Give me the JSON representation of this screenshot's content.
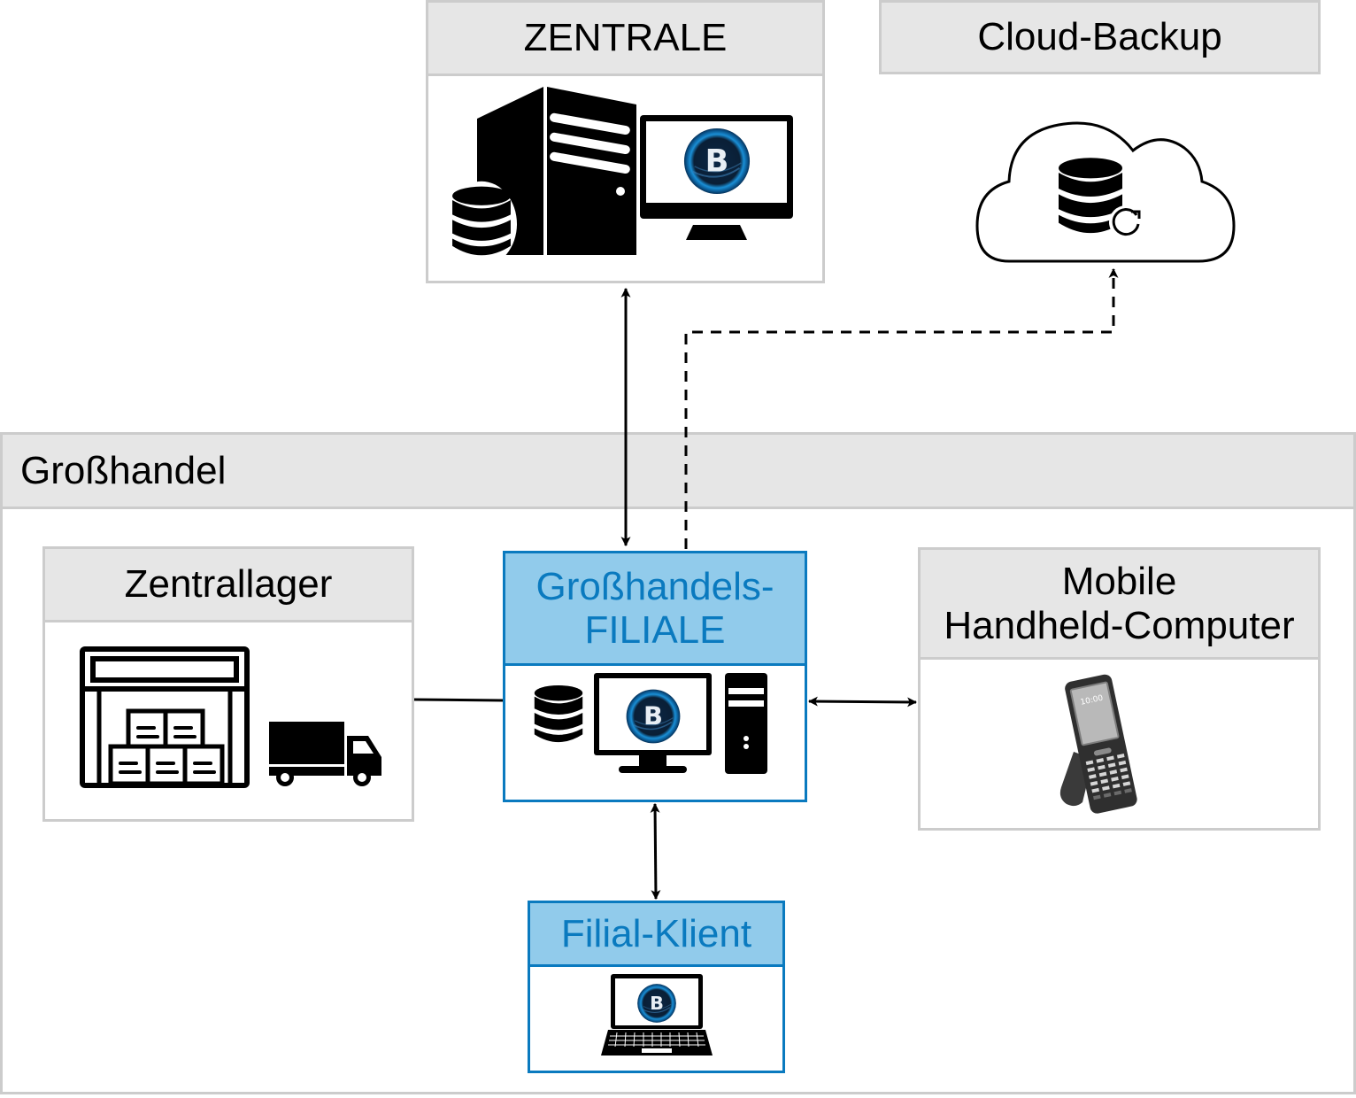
{
  "zentrale": {
    "title": "ZENTRALE",
    "icons": [
      "server-tower-icon",
      "database-icon",
      "monitor-icon",
      "b-logo-icon"
    ]
  },
  "cloud_backup": {
    "title": "Cloud-Backup",
    "icons": [
      "cloud-icon",
      "database-refresh-icon"
    ]
  },
  "grosshandel": {
    "title": "Großhandel"
  },
  "zentrallager": {
    "title": "Zentrallager",
    "icons": [
      "warehouse-icon",
      "truck-icon"
    ]
  },
  "filiale": {
    "title_line1": "Großhandels-",
    "title_line2": "FILIALE",
    "icons": [
      "database-icon",
      "monitor-icon",
      "b-logo-icon",
      "pc-tower-icon"
    ]
  },
  "mobile": {
    "title_line1": "Mobile",
    "title_line2": "Handheld-Computer",
    "device_time": "10:00",
    "icons": [
      "handheld-scanner-icon"
    ]
  },
  "klient": {
    "title": "Filial-Klient",
    "icons": [
      "laptop-icon",
      "b-logo-icon"
    ]
  },
  "logo": {
    "letter": "B"
  },
  "colors": {
    "accent_blue": "#0a7abf",
    "header_blue": "#91cbeb",
    "header_gray": "#e6e6e6",
    "border_gray": "#cccccc"
  },
  "connections": [
    {
      "from": "filiale",
      "to": "zentrale",
      "style": "solid",
      "direction": "both"
    },
    {
      "from": "filiale",
      "to": "cloud_backup",
      "style": "dashed",
      "direction": "to"
    },
    {
      "from": "filiale",
      "to": "zentrallager",
      "style": "solid",
      "direction": "none"
    },
    {
      "from": "filiale",
      "to": "mobile",
      "style": "solid",
      "direction": "both"
    },
    {
      "from": "filiale",
      "to": "klient",
      "style": "solid",
      "direction": "both"
    }
  ]
}
